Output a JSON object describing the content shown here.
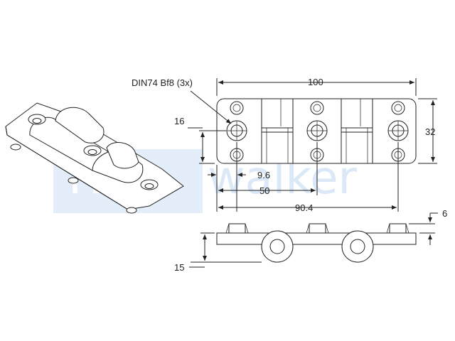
{
  "watermark": {
    "part_a": "TEC",
    "part_b": "walker",
    "color": "#dbe8f7"
  },
  "top_view": {
    "callout": "DIN74 Bf8 (3x)",
    "dim_width": "100",
    "dim_height": "32",
    "dim_hole_row": "16",
    "dim_first_hole": "9.6",
    "dim_second_hole": "50",
    "dim_third_hole": "90.4"
  },
  "side_view": {
    "dim_top": "6",
    "dim_bottom": "15"
  },
  "colors": {
    "line": "#222222",
    "background": "#ffffff"
  }
}
